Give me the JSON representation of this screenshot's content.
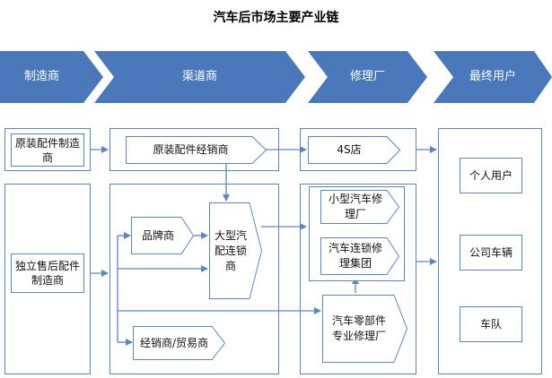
{
  "title": "汽车后市场主要产业链",
  "stages": [
    "制造商",
    "渠道商",
    "修理厂",
    "最终用户"
  ],
  "nodes": {
    "oem_maker": "原装配件制造商",
    "independent_maker": "独立售后配件制造商",
    "oem_distributor": "原装配件经销商",
    "brand_store": "品牌商",
    "large_chain": "大型汽配连锁商",
    "dealer_trader": "经销商/贸易商",
    "store_4s": "4S店",
    "small_repair": "小型汽车修理厂",
    "chain_repair": "汽车连锁修理集团",
    "parts_repair": "汽车零部件专业修理厂",
    "individual": "个人用户",
    "company_fleet_vehicle": "公司车辆",
    "fleet": "车队"
  },
  "colors": {
    "accent": "#5b86c4",
    "chevron": "#4a78bb",
    "text": "#111111"
  }
}
